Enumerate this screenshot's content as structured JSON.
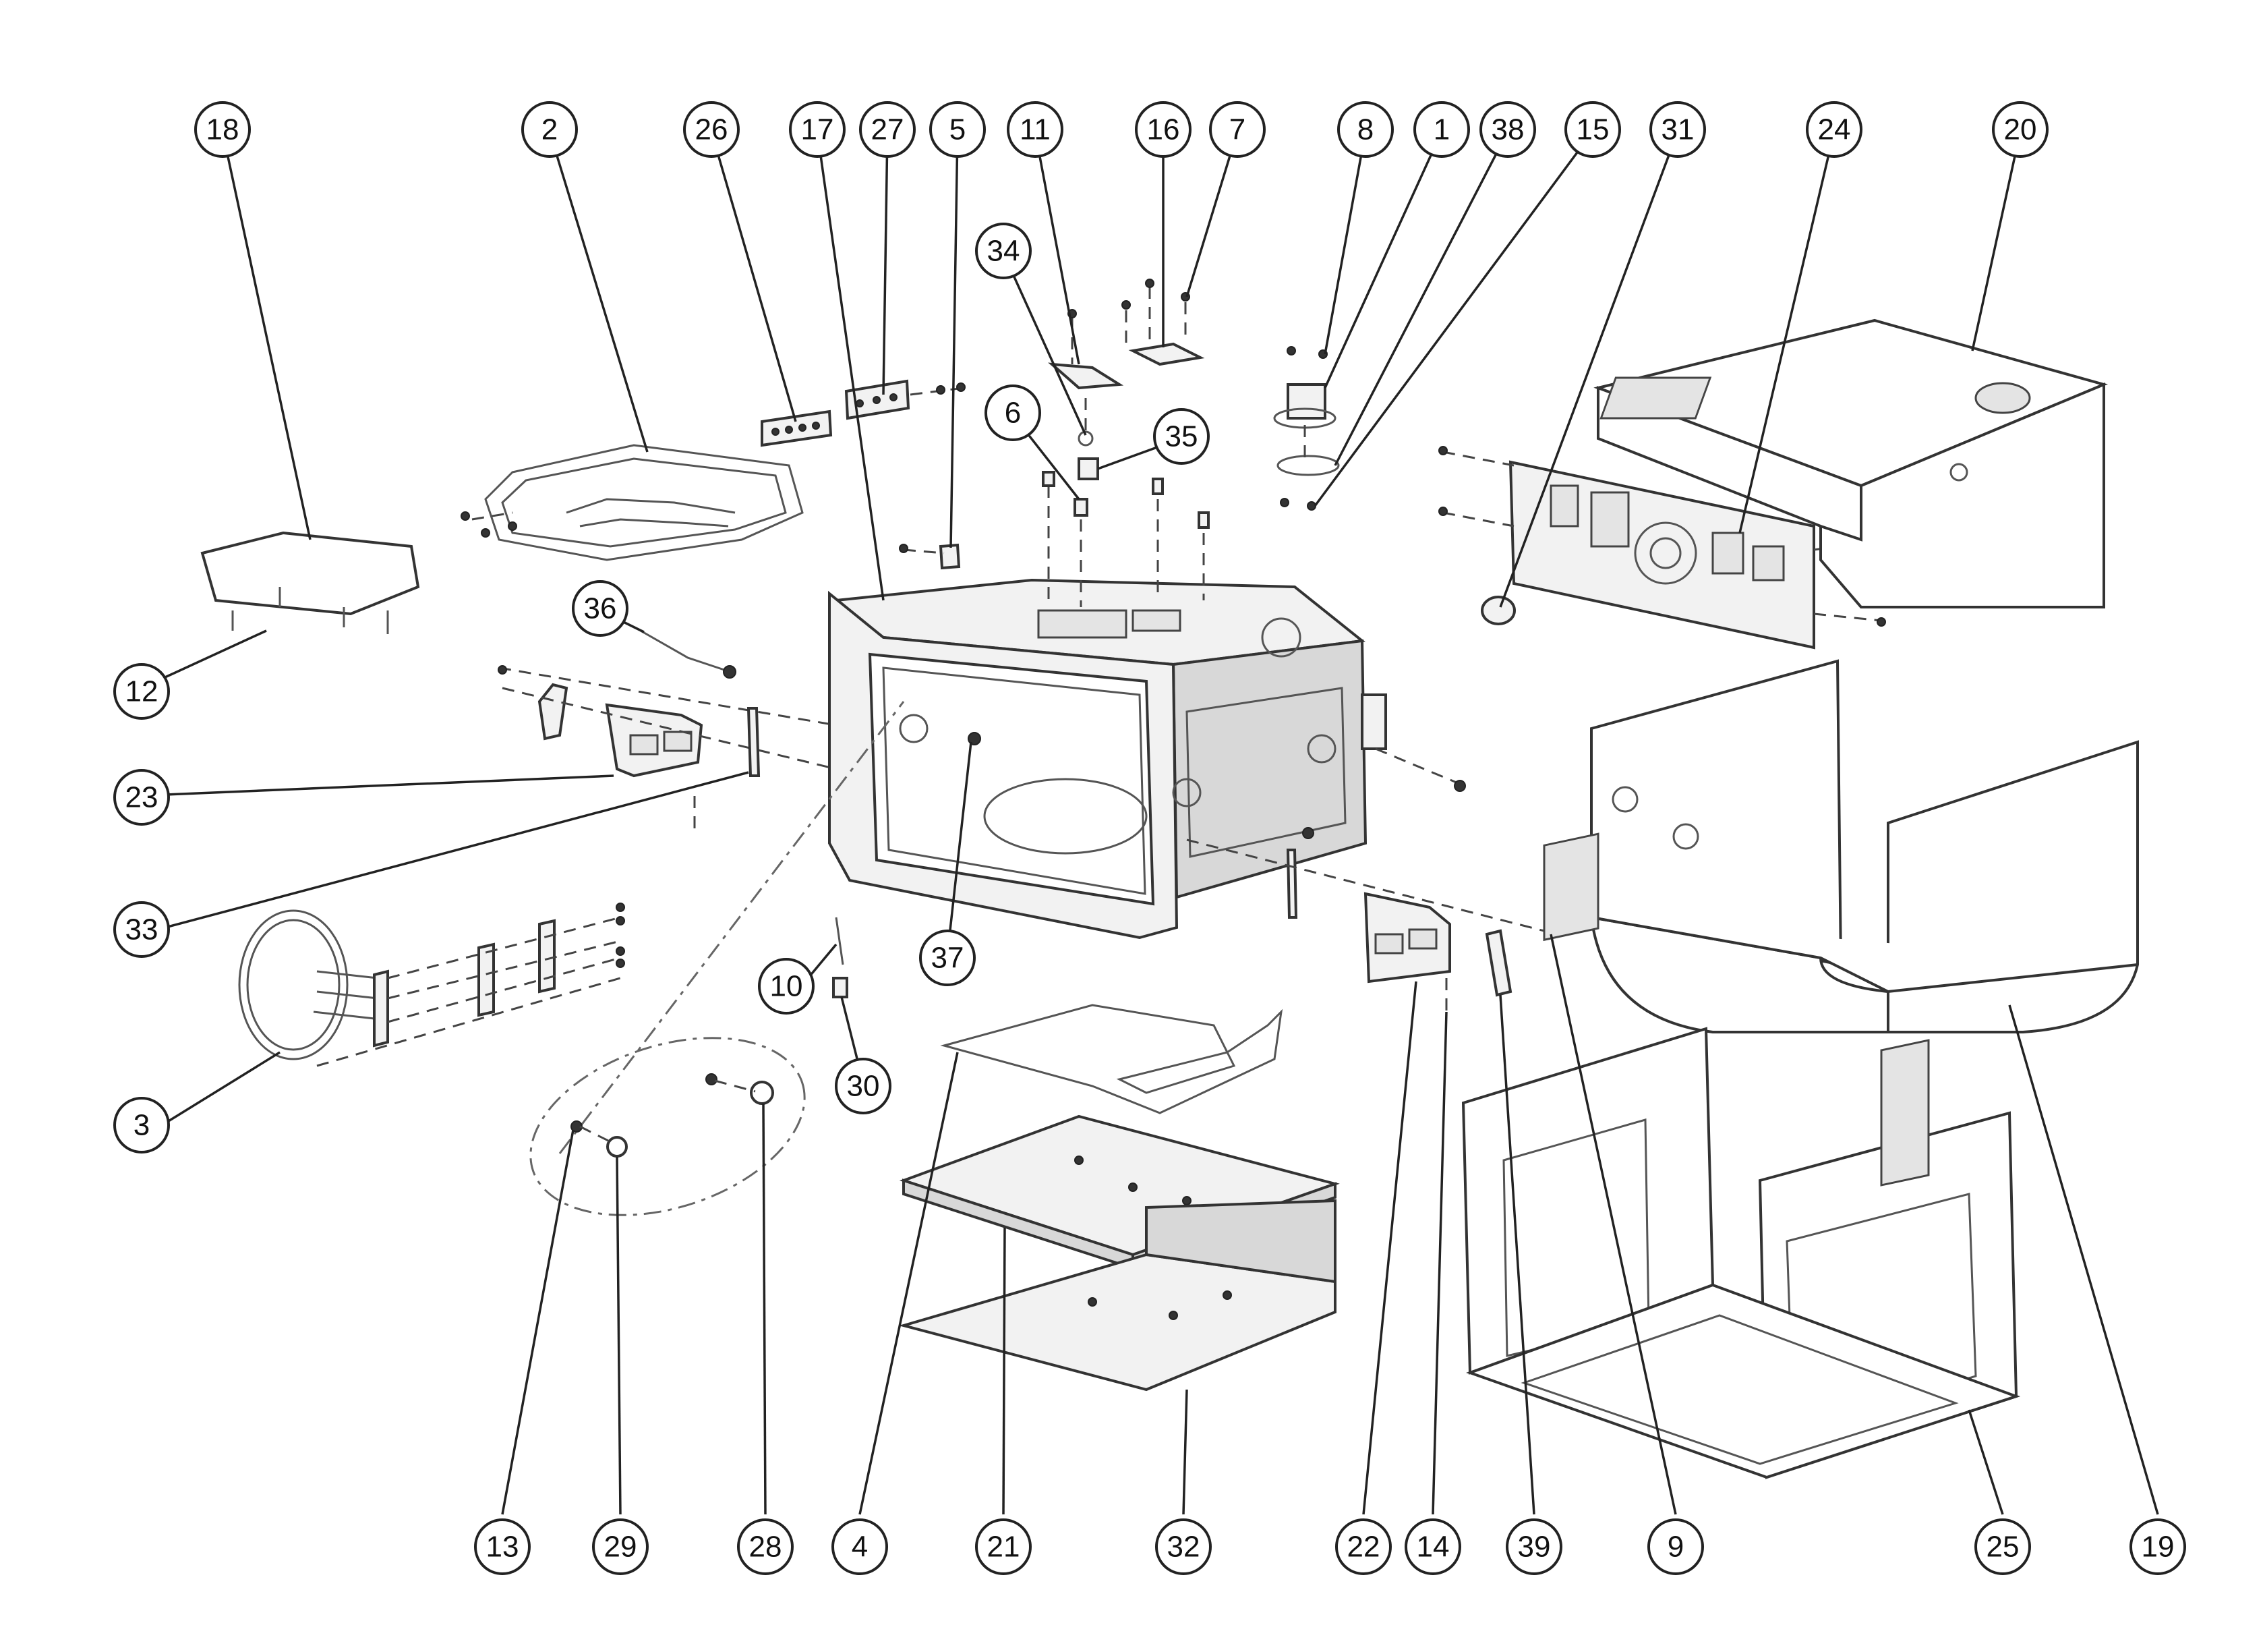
{
  "callouts": [
    {
      "id": "c18",
      "label": "18"
    },
    {
      "id": "c2",
      "label": "2"
    },
    {
      "id": "c26",
      "label": "26"
    },
    {
      "id": "c17",
      "label": "17"
    },
    {
      "id": "c27",
      "label": "27"
    },
    {
      "id": "c5",
      "label": "5"
    },
    {
      "id": "c11",
      "label": "11"
    },
    {
      "id": "c16",
      "label": "16"
    },
    {
      "id": "c7",
      "label": "7"
    },
    {
      "id": "c8",
      "label": "8"
    },
    {
      "id": "c1",
      "label": "1"
    },
    {
      "id": "c38",
      "label": "38"
    },
    {
      "id": "c15",
      "label": "15"
    },
    {
      "id": "c31",
      "label": "31"
    },
    {
      "id": "c24",
      "label": "24"
    },
    {
      "id": "c20",
      "label": "20"
    },
    {
      "id": "c34",
      "label": "34"
    },
    {
      "id": "c6",
      "label": "6"
    },
    {
      "id": "c35",
      "label": "35"
    },
    {
      "id": "c36",
      "label": "36"
    },
    {
      "id": "c12",
      "label": "12"
    },
    {
      "id": "c23",
      "label": "23"
    },
    {
      "id": "c33",
      "label": "33"
    },
    {
      "id": "c37",
      "label": "37"
    },
    {
      "id": "c10",
      "label": "10"
    },
    {
      "id": "c30",
      "label": "30"
    },
    {
      "id": "c3",
      "label": "3"
    },
    {
      "id": "c13",
      "label": "13"
    },
    {
      "id": "c29",
      "label": "29"
    },
    {
      "id": "c28",
      "label": "28"
    },
    {
      "id": "c4",
      "label": "4"
    },
    {
      "id": "c21",
      "label": "21"
    },
    {
      "id": "c32",
      "label": "32"
    },
    {
      "id": "c22",
      "label": "22"
    },
    {
      "id": "c14",
      "label": "14"
    },
    {
      "id": "c39",
      "label": "39"
    },
    {
      "id": "c9",
      "label": "9"
    },
    {
      "id": "c25",
      "label": "25"
    },
    {
      "id": "c19",
      "label": "19"
    }
  ]
}
